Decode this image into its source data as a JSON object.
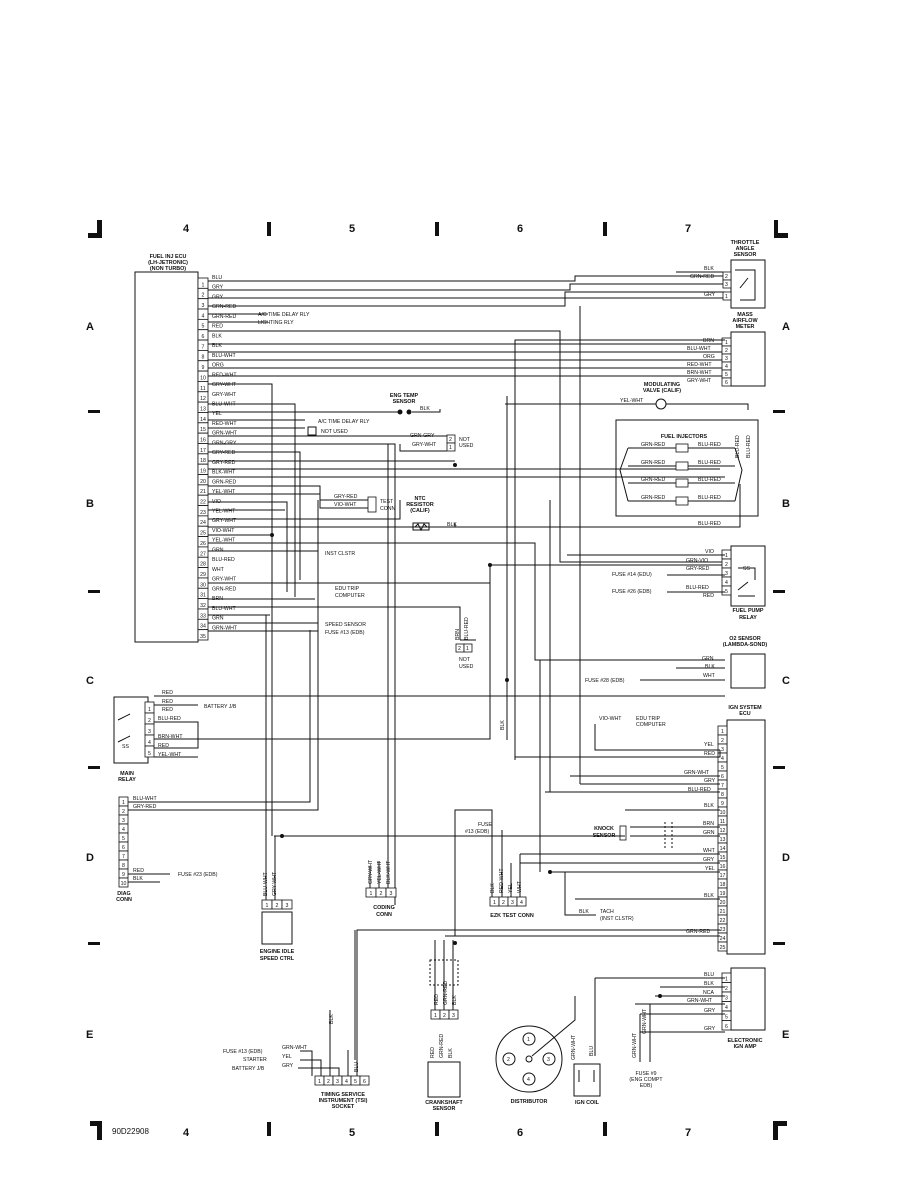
{
  "zones": {
    "cols": [
      "4",
      "5",
      "6",
      "7"
    ],
    "rows": [
      "A",
      "B",
      "C",
      "D",
      "E"
    ]
  },
  "figure_id": "90D22908",
  "components": {
    "ecu": [
      "FUEL INJ ECU",
      "(LH-JETRONIC)",
      "(NON TURBO)"
    ],
    "throttle": [
      "THROTTLE",
      "ANGLE",
      "SENSOR"
    ],
    "maf": [
      "MASS",
      "AIRFLOW",
      "METER"
    ],
    "modvalve": [
      "MODULATING",
      "VALVE (CALIF)"
    ],
    "injectors": [
      "FUEL INJECTORS"
    ],
    "engtemp": [
      "ENG TEMP",
      "SENSOR"
    ],
    "ntc": [
      "NTC",
      "RESISTOR",
      "(CALIF)"
    ],
    "testconn": [
      "TEST",
      "CONN"
    ],
    "fuelpump": [
      "FUEL PUMP",
      "RELAY"
    ],
    "o2": [
      "O2 SENSOR",
      "(LAMBDA-SOND)"
    ],
    "mainrelay": [
      "MAIN",
      "RELAY"
    ],
    "diag": [
      "DIAG",
      "CONN"
    ],
    "ignecu": [
      "IGN SYSTEM",
      "ECU"
    ],
    "ignamp": [
      "ELECTRONIC",
      "IGN AMP"
    ],
    "idle": [
      "ENGINE IDLE",
      "SPEED CTRL"
    ],
    "coding": [
      "CODING",
      "CONN"
    ],
    "ezk": [
      "EZK TEST CONN"
    ],
    "tsi": [
      "TIMING SERVICE",
      "INSTRUMENT (TSI)",
      "SOCKET"
    ],
    "crank": [
      "CRANKSHAFT",
      "SENSOR"
    ],
    "distributor": [
      "DISTRIBUTOR"
    ],
    "igncoil": [
      "IGN COIL"
    ],
    "knock": [
      "KNOCK",
      "SENSOR"
    ]
  },
  "refs": {
    "ac_relay": "A/C TIME DELAY RLY",
    "lighting": "LIGHTING RLY",
    "ac_relay2": "A/C TIME DELAY RLY",
    "not_used": "NOT USED",
    "not_used_2": [
      "NOT",
      "USED"
    ],
    "not_used_3": [
      "NOT",
      "USED"
    ],
    "inst_clstr": "INST CLSTR",
    "edu_trip": [
      "EDU TRIP",
      "COMPUTER"
    ],
    "speed": "SPEED SENSOR",
    "fuse13": "FUSE #13 (EDB)",
    "battery": "BATTERY J/B",
    "fuse23": "FUSE #23 (EDB)",
    "fuse14": "FUSE #14 (EDU)",
    "fuse26": "FUSE #26 (EDB)",
    "fuse28": "FUSE #28 (EDB)",
    "edu_trip2": [
      "EDU TRIP",
      "COMPUTER"
    ],
    "fuse13b": [
      "FUSE",
      "#13 (EDB)"
    ],
    "tach": [
      "TACH",
      "(INST CLSTR)"
    ],
    "fuse13c": "FUSE #13 (EDB)",
    "starter": "STARTER",
    "battery2": "BATTERY J/B",
    "fuse9": [
      "FUSE #9",
      "(ENG COMPT",
      "EDB)"
    ]
  },
  "ecu_pins": [
    "1",
    "2",
    "3",
    "4",
    "5",
    "6",
    "7",
    "8",
    "9",
    "10",
    "11",
    "12",
    "13",
    "14",
    "15",
    "16",
    "17",
    "18",
    "19",
    "20",
    "21",
    "22",
    "23",
    "24",
    "25",
    "26",
    "27",
    "28",
    "29",
    "30",
    "31",
    "32",
    "33",
    "34",
    "35"
  ],
  "ecu_wires": [
    "BLU",
    "GRY",
    "GRY",
    "GRN-RED",
    "GRN-RED",
    "RED",
    "BLK",
    "BLK",
    "BLU-WHT",
    "ORG",
    "RED-WHT",
    "GRY-WHT",
    "GRY-WHT",
    "BLU-WHT",
    "YEL",
    "RED-WHT",
    "GRN-WHT",
    "GRN-GRY",
    "GRY-RED",
    "GRY-RED",
    "BLK-WHT",
    "GRN-RED",
    "YEL-WHT",
    "VIO",
    "YEL-WHT",
    "GRY-WHT",
    "VIO-WHT",
    "YEL-WHT",
    "GRN",
    "BLU-RED",
    "WHT",
    "GRY-WHT",
    "GRN-RED",
    "BRN",
    "BLU-WHT",
    "GRN",
    "GRN-WHT"
  ],
  "throttle_wires": [
    "BLK",
    "GRN-RED",
    "GRY"
  ],
  "maf_wires": [
    "BRN",
    "BLU-WHT",
    "ORG",
    "RED-WHT",
    "BRN-WHT",
    "GRY-WHT"
  ],
  "modvalve_wire": "YEL-WHT",
  "inj_wires": [
    "GRN-RED",
    "BLU-RED",
    "GRN-RED",
    "BLU-RED",
    "GRN-RED",
    "BLU-RED",
    "GRN-RED",
    "BLU-RED",
    "BLU-RED",
    "BLU-RED",
    "BLU-RED"
  ],
  "engtemp_wire": "BLK",
  "notused_wires": [
    "GRN-GRY",
    "GRY-WHT"
  ],
  "testconn_wires": [
    "GRY-RED",
    "VIO-WHT"
  ],
  "ntc_wire": "BLK",
  "fuelpump_wires": [
    "VIO",
    "GRN-VIO",
    "GRY-RED",
    "BLU-RED",
    "RED"
  ],
  "o2_wires": [
    "GRN",
    "BLK",
    "WHT"
  ],
  "mainrelay_wires": [
    "RED",
    "RED",
    "RED",
    "BLU-RED",
    "BRN-WHT",
    "RED",
    "YEL-WHT"
  ],
  "diag_wires": [
    "BLU-WHT",
    "GRY-RED",
    "RED",
    "BLK"
  ],
  "ign_pins": [
    "1",
    "2",
    "3",
    "4",
    "5",
    "6",
    "7",
    "8",
    "9",
    "10",
    "11",
    "12",
    "13",
    "14",
    "15",
    "16",
    "17",
    "18",
    "19",
    "20",
    "21",
    "22",
    "23",
    "24",
    "25"
  ],
  "ign_wires": [
    "VIO-WHT",
    "YEL",
    "RED",
    "GRN-WHT",
    "GRY",
    "BLU-RED",
    "BLK",
    "BRN",
    "GRN",
    "WHT",
    "GRY",
    "YEL",
    "BLK",
    "BLK",
    "GRN-RED"
  ],
  "amp_wires": [
    "BLU",
    "BLK",
    "NCA",
    "GRN-WHT",
    "GRY",
    "GRY"
  ],
  "idle_wires": [
    "BLU-WHT",
    "GRY-WHT"
  ],
  "coding_wires": [
    "GRY-WHT",
    "YEL-WHT",
    "BLK-WHT"
  ],
  "ezk_wires": [
    "BLK",
    "RED-WHT",
    "YEL",
    "WHT"
  ],
  "tsi_wires": [
    "GRN-WHT",
    "YEL",
    "GRY",
    "BLK",
    "BLU"
  ],
  "crank_wires": [
    "RED",
    "GRN-RED",
    "BLK",
    "RED",
    "GRN-RED",
    "BLK"
  ],
  "coil_wires": [
    "GRN-WHT",
    "BLU"
  ],
  "fuse9_wires": [
    "GRN-WHT",
    "GRN-WHT"
  ],
  "blk_label": "BLK",
  "brn_blured": [
    "BRN",
    "BLU-RED"
  ],
  "tri_pins": [
    "1",
    "2",
    "3"
  ],
  "five_pins": [
    "1",
    "2",
    "3",
    "4",
    "5"
  ],
  "six_pins": [
    "1",
    "2",
    "3",
    "4",
    "5",
    "6"
  ],
  "ten_pins": [
    "1",
    "2",
    "3",
    "4",
    "5",
    "6",
    "7",
    "8",
    "9",
    "10"
  ],
  "four_pins": [
    "1",
    "2",
    "3",
    "4"
  ],
  "two_pins": [
    "1",
    "2"
  ],
  "ss": "SS"
}
